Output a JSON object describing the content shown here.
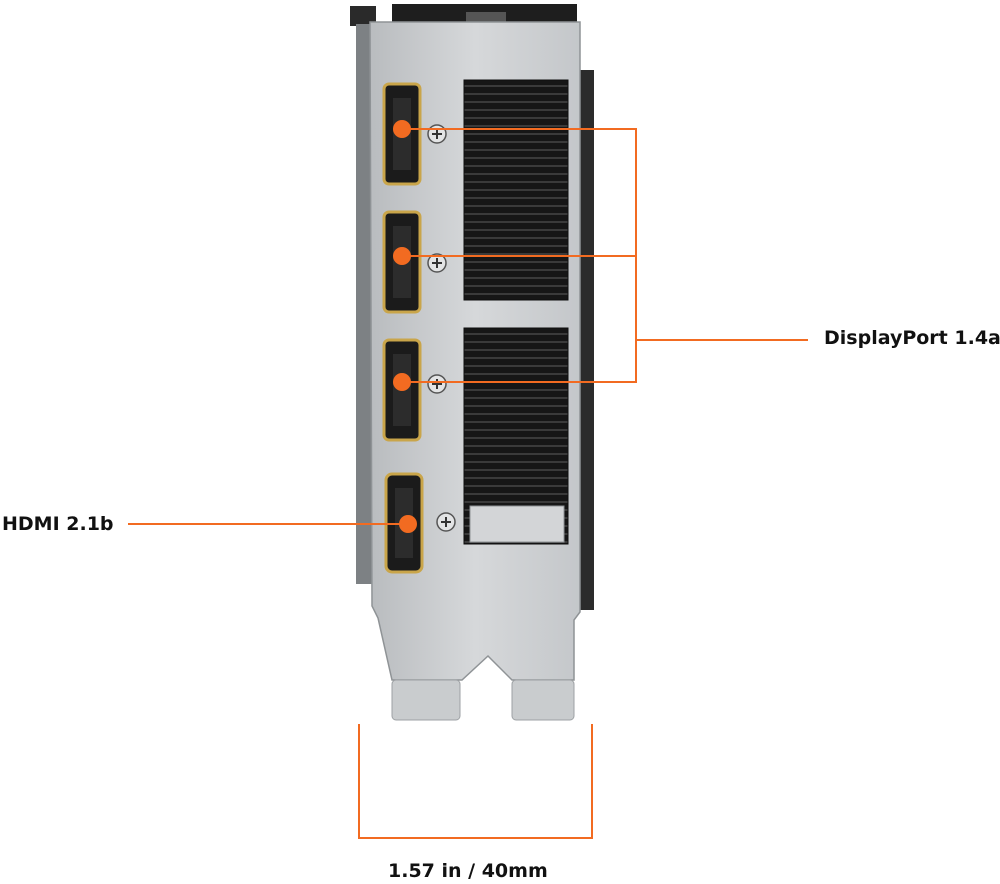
{
  "labels": {
    "displayport": "DisplayPort 1.4a",
    "hdmi": "HDMI 2.1b",
    "width": "1.57 in / 40mm"
  },
  "colors": {
    "accent": "#f26b21",
    "bracket": "#c9ccce",
    "bracket_edge": "#8f9396",
    "vent": "#1c1c1c",
    "port_gold": "#c9a54a",
    "text": "#111111"
  },
  "icons": {
    "screw": "screw-icon",
    "callout_dot": "callout-dot-icon"
  }
}
